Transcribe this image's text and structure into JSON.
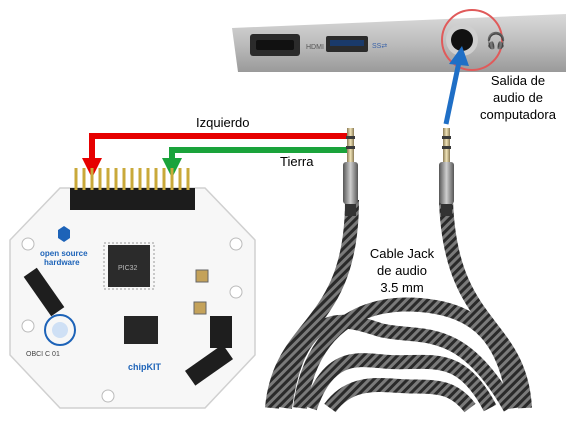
{
  "labels": {
    "left": "Izquierdo",
    "ground": "Tierra",
    "audio_out": [
      "Salida de",
      "audio de",
      "computadora"
    ],
    "cable": [
      "Cable Jack",
      "de audio",
      "3.5 mm"
    ]
  },
  "laptop": {
    "port_hdmi": "HDMI",
    "port_usb": "SS⇄"
  },
  "board": {
    "logo_line1": "open source",
    "logo_line2": "hardware",
    "model": "OBCI C 01",
    "brand": "chipKIT",
    "chip_label": "PIC32"
  },
  "colors": {
    "left_wire": "#e60000",
    "ground_wire": "#1aa33b",
    "arrow": "#1f6fc6",
    "highlight": "#e05a5a"
  }
}
